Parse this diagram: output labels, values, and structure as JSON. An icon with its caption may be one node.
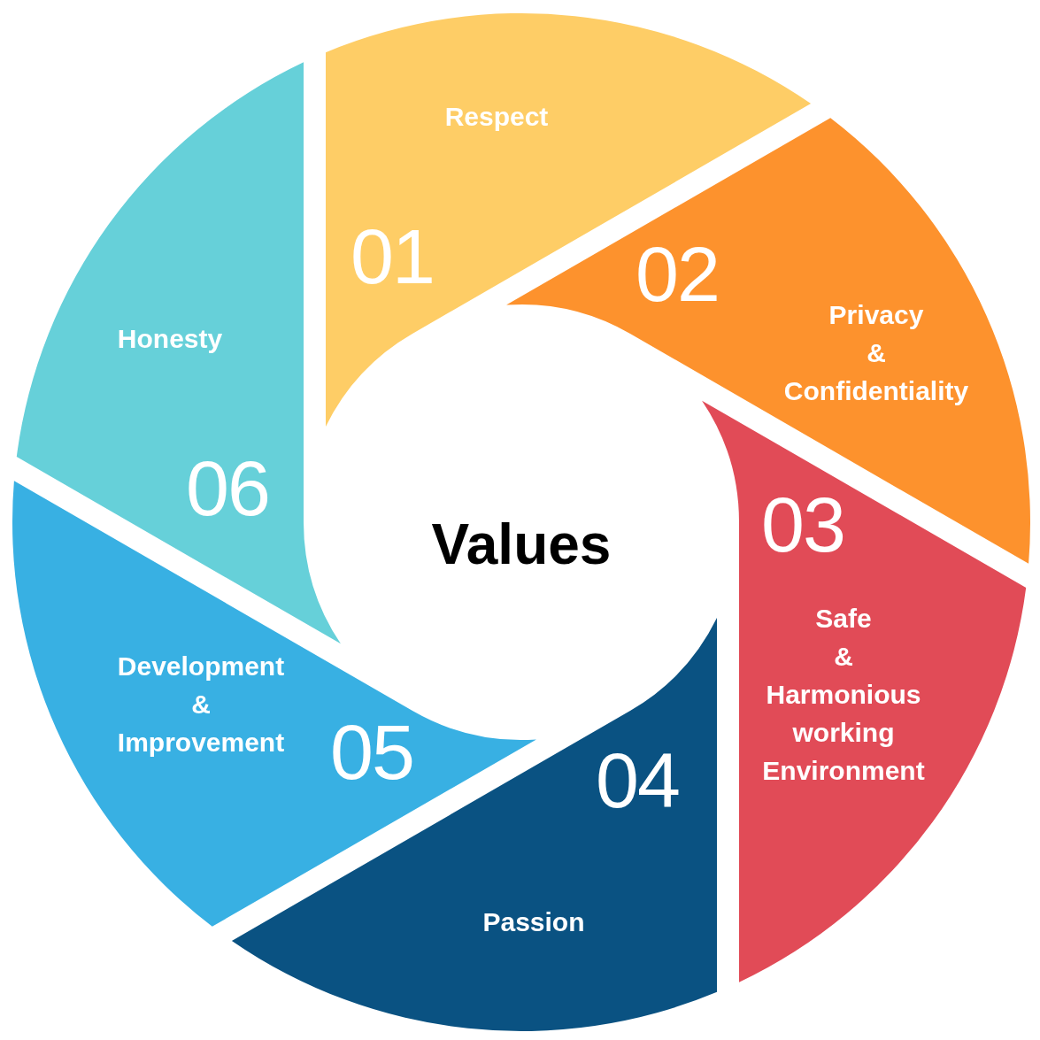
{
  "diagram": {
    "title": "Values",
    "nodes": [
      {
        "text": [
          "Respect",
          "01"
        ]
      },
      {
        "text": [
          "02",
          "Privacy & Confidentiality"
        ]
      },
      {
        "text": [
          "03",
          "Safe & Harmonious working Environment"
        ]
      },
      {
        "text": [
          "04",
          "Passion"
        ]
      },
      {
        "text": [
          "Development & Improvement",
          "05"
        ]
      },
      {
        "text": [
          "Honesty",
          "06"
        ]
      }
    ]
  }
}
